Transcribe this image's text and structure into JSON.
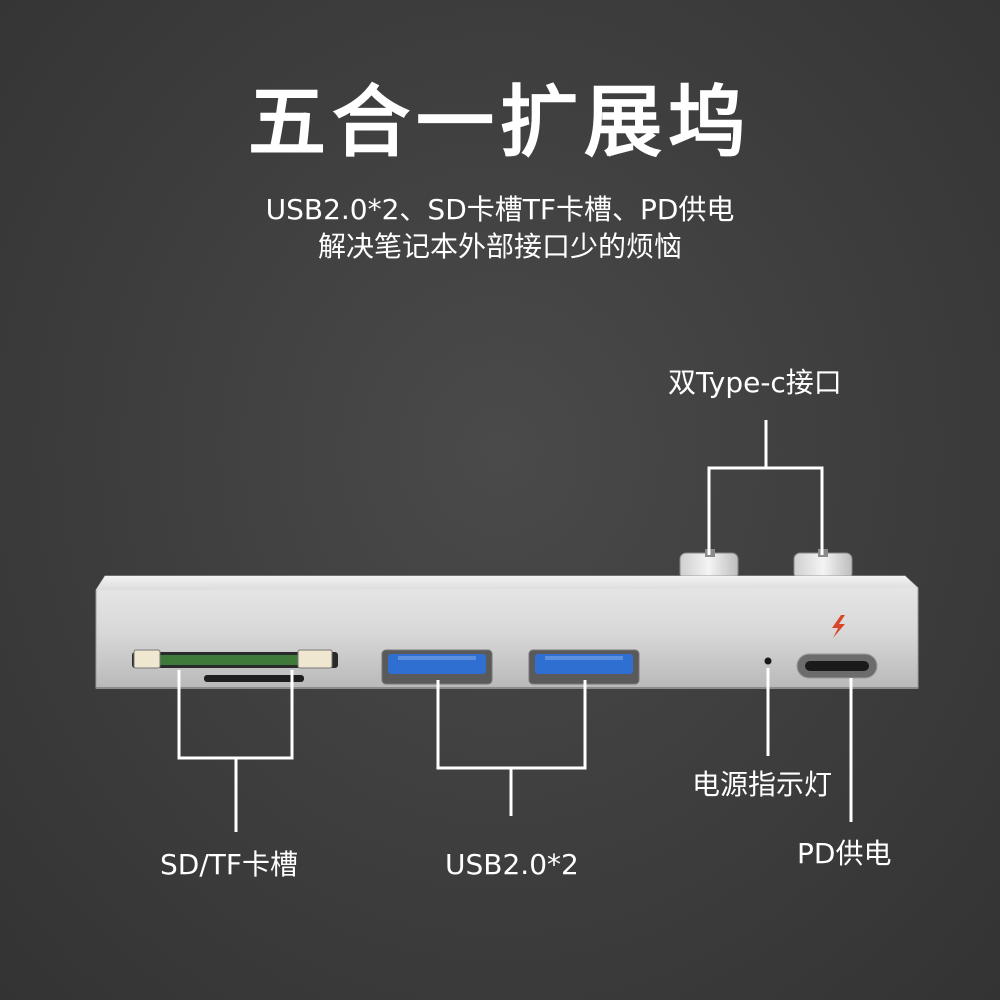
{
  "title": "五合一扩展坞",
  "subtitle_line1": "USB2.0*2、SD卡槽TF卡槽、PD供电",
  "subtitle_line2": "解决笔记本外部接口少的烦恼",
  "labels": {
    "typec": "双Type-c接口",
    "sdtf": "SD/TF卡槽",
    "usb": "USB2.0*2",
    "power_led": "电源指示灯",
    "pd": "PD供电"
  },
  "colors": {
    "background": "#3d3d3d",
    "device_body": "#d9d9d9",
    "usb_port_blue": "#2f6fd1",
    "charge_icon": "#d9472b"
  },
  "icons": [
    "charge-bolt-icon"
  ]
}
